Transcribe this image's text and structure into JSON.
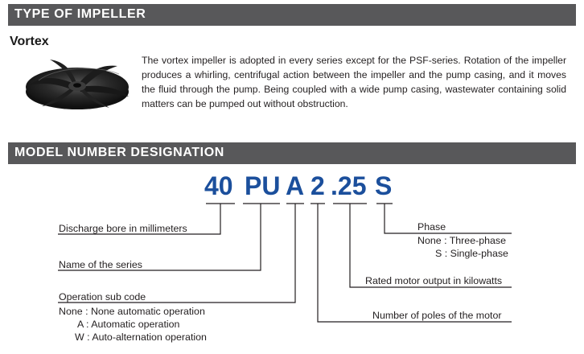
{
  "impeller_section": {
    "title": "TYPE OF IMPELLER",
    "subtitle": "Vortex",
    "description": "The vortex impeller is adopted in every series except for the PSF-series. Rotation of the impeller produces a whirling, centrifugal action between the impeller and the pump casing, and it moves the fluid through the pump. Being coupled with a wide pump casing, wastewater containing solid matters can be pumped out without obstruction."
  },
  "model_section": {
    "title": "MODEL NUMBER DESIGNATION",
    "code_parts": [
      "40",
      "PU",
      "A",
      "2",
      ".25",
      "S"
    ],
    "labels": {
      "discharge": "Discharge bore in millimeters",
      "series": "Name of the series",
      "operation_title": "Operation sub code",
      "operation_none": "None : None automatic operation",
      "operation_a": "A : Automatic operation",
      "operation_w": "W : Auto-alternation operation",
      "phase_title": "Phase",
      "phase_none": "None : Three-phase",
      "phase_s": "S : Single-phase",
      "motor_output": "Rated motor output in kilowatts",
      "poles": "Number of poles of the motor"
    },
    "colors": {
      "code": "#1b4f9c",
      "band": "#58585a"
    }
  }
}
